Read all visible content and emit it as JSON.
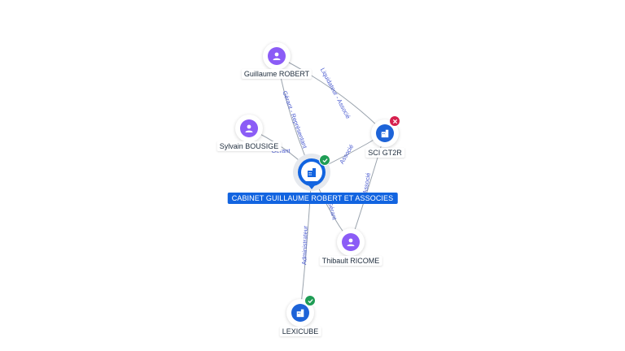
{
  "colors": {
    "person": "#8b5cf6",
    "company": "#1d63d8",
    "main": "#1264e0",
    "edge": "#9aa3ad",
    "edge_label": "#4a5bd0",
    "status_ok": "#1f9d55",
    "status_bad": "#d6204e"
  },
  "main_node": {
    "label": "CABINET GUILLAUME ROBERT ET ASSOCIES",
    "icon": "building-icon",
    "status": "active"
  },
  "nodes": [
    {
      "id": "guillaume",
      "label": "Guillaume ROBERT",
      "kind": "person",
      "icon": "person-icon"
    },
    {
      "id": "sylvain",
      "label": "Sylvain BOUSIGE",
      "kind": "person",
      "icon": "person-icon"
    },
    {
      "id": "sci",
      "label": "SCI GT2R",
      "kind": "company",
      "icon": "building-icon",
      "status": "closed"
    },
    {
      "id": "thibault",
      "label": "Thibault RICOME",
      "kind": "person",
      "icon": "person-icon"
    },
    {
      "id": "lexicube",
      "label": "LEXICUBE",
      "kind": "company",
      "icon": "building-icon",
      "status": "active"
    }
  ],
  "edges": [
    {
      "from": "guillaume",
      "to": "main",
      "label": "Gérant - Représentant"
    },
    {
      "from": "guillaume",
      "to": "sci",
      "label": "Liquidateur - Associé"
    },
    {
      "from": "sylvain",
      "to": "main",
      "label": "Gérant"
    },
    {
      "from": "main",
      "to": "sci",
      "label": "Associé"
    },
    {
      "from": "thibault",
      "to": "main",
      "label": "Gérant"
    },
    {
      "from": "thibault",
      "to": "sci",
      "label": "Associé"
    },
    {
      "from": "main",
      "to": "lexicube",
      "label": "Administrateur"
    }
  ]
}
